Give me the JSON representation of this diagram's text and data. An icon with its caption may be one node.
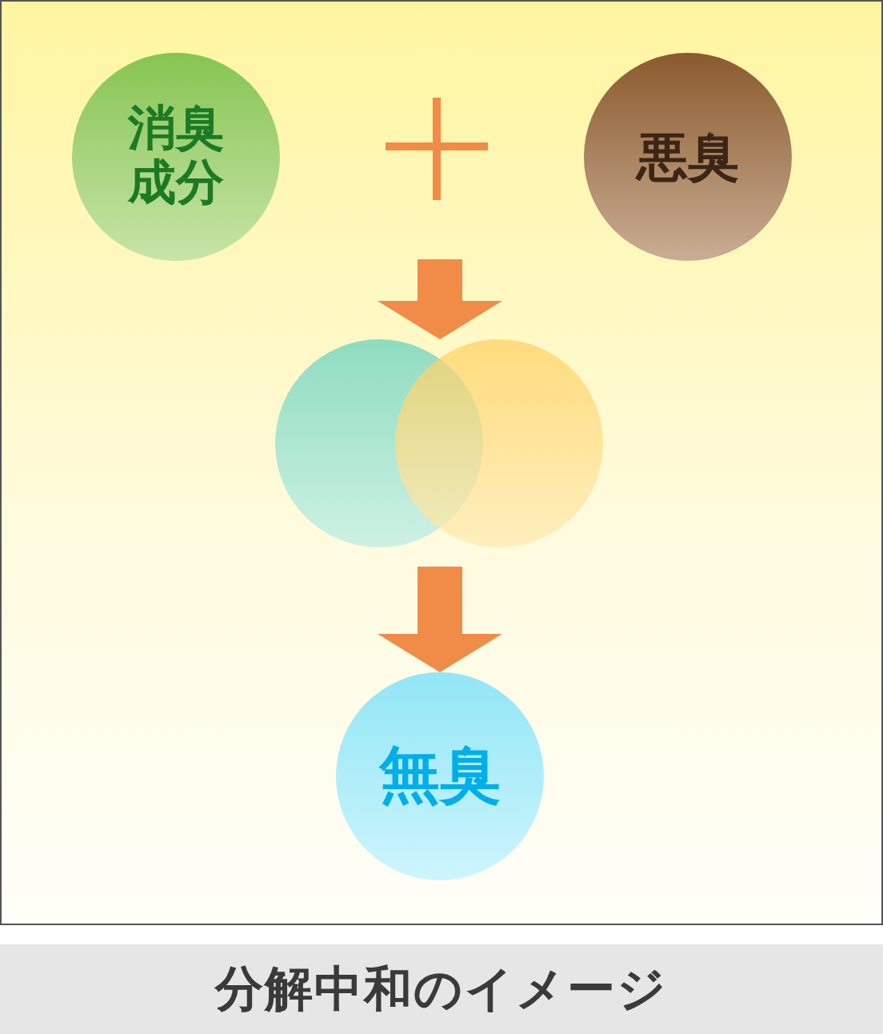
{
  "diagram": {
    "caption": "分解中和のイメージ",
    "nodes": [
      {
        "text": [
          "消臭成分"
        ]
      },
      {
        "text": [
          "悪臭"
        ]
      },
      {
        "text": [],
        "shape": "circle"
      },
      {
        "text": [],
        "shape": "circle"
      },
      {
        "text": [
          "無臭"
        ]
      }
    ],
    "edges": [
      {
        "from": null,
        "to": 2,
        "arrow": "to"
      },
      {
        "from": 2,
        "to": 4,
        "arrow": "to"
      }
    ]
  }
}
